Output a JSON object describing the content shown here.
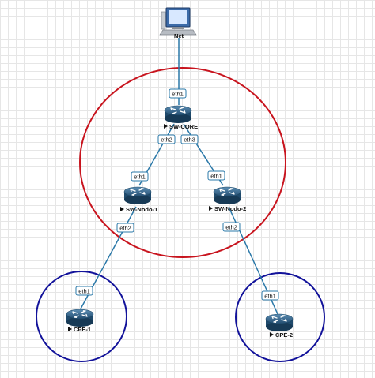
{
  "diagram": {
    "nodes": {
      "net": {
        "label": "Net",
        "icon": "monitor-icon"
      },
      "core": {
        "label": "SW-CORE",
        "icon": "router-icon"
      },
      "nodo1": {
        "label": "SW-Nodo-1",
        "icon": "router-icon"
      },
      "nodo2": {
        "label": "SW-Nodo-2",
        "icon": "router-icon"
      },
      "cpe1": {
        "label": "CPE-1",
        "icon": "router-icon"
      },
      "cpe2": {
        "label": "CPE-2",
        "icon": "router-icon"
      }
    },
    "ports": {
      "core_eth1": "eth1",
      "core_eth2": "eth2",
      "core_eth3": "eth3",
      "nodo1_eth1": "eth1",
      "nodo1_eth2": "eth2",
      "nodo2_eth1": "eth1",
      "nodo2_eth2": "eth2",
      "cpe1_eth1": "eth1",
      "cpe2_eth1": "eth1"
    },
    "groups": {
      "core_ring_color": "#c8141e",
      "access_ring_color": "#12129a"
    },
    "link_color": "#2a78a8"
  }
}
